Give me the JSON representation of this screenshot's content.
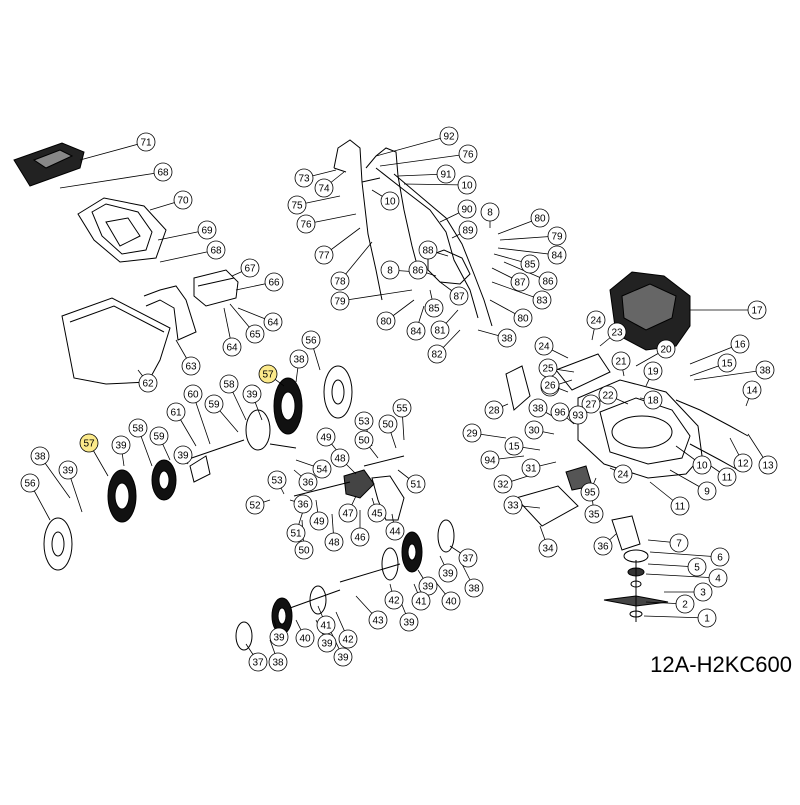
{
  "diagram": {
    "model_code": "12A-H2KC600",
    "highlight_color": "#fbe98a",
    "line_color": "#000000",
    "callouts": [
      {
        "id": "c71",
        "label": "71",
        "hl": false
      },
      {
        "id": "c68a",
        "label": "68",
        "hl": false
      },
      {
        "id": "c70",
        "label": "70",
        "hl": false
      },
      {
        "id": "c69",
        "label": "69",
        "hl": false
      },
      {
        "id": "c68b",
        "label": "68",
        "hl": false
      },
      {
        "id": "c67",
        "label": "67",
        "hl": false
      },
      {
        "id": "c66",
        "label": "66",
        "hl": false
      },
      {
        "id": "c65",
        "label": "65",
        "hl": false
      },
      {
        "id": "c64a",
        "label": "64",
        "hl": false
      },
      {
        "id": "c64b",
        "label": "64",
        "hl": false
      },
      {
        "id": "c63",
        "label": "63",
        "hl": false
      },
      {
        "id": "c62",
        "label": "62",
        "hl": false
      },
      {
        "id": "c92",
        "label": "92",
        "hl": false
      },
      {
        "id": "c76a",
        "label": "76",
        "hl": false
      },
      {
        "id": "c73",
        "label": "73",
        "hl": false
      },
      {
        "id": "c74",
        "label": "74",
        "hl": false
      },
      {
        "id": "c91",
        "label": "91",
        "hl": false
      },
      {
        "id": "c10a",
        "label": "10",
        "hl": false
      },
      {
        "id": "c75",
        "label": "75",
        "hl": false
      },
      {
        "id": "c10b",
        "label": "10",
        "hl": false
      },
      {
        "id": "c76b",
        "label": "76",
        "hl": false
      },
      {
        "id": "c90",
        "label": "90",
        "hl": false
      },
      {
        "id": "c8a",
        "label": "8",
        "hl": false
      },
      {
        "id": "c80a",
        "label": "80",
        "hl": false
      },
      {
        "id": "c77",
        "label": "77",
        "hl": false
      },
      {
        "id": "c89",
        "label": "89",
        "hl": false
      },
      {
        "id": "c79a",
        "label": "79",
        "hl": false
      },
      {
        "id": "c88",
        "label": "88",
        "hl": false
      },
      {
        "id": "c84a",
        "label": "84",
        "hl": false
      },
      {
        "id": "c78",
        "label": "78",
        "hl": false
      },
      {
        "id": "c8b",
        "label": "8",
        "hl": false
      },
      {
        "id": "c86a",
        "label": "86",
        "hl": false
      },
      {
        "id": "c85a",
        "label": "85",
        "hl": false
      },
      {
        "id": "c86b",
        "label": "86",
        "hl": false
      },
      {
        "id": "c87a",
        "label": "87",
        "hl": false
      },
      {
        "id": "c87b",
        "label": "87",
        "hl": false
      },
      {
        "id": "c79b",
        "label": "79",
        "hl": false
      },
      {
        "id": "c83",
        "label": "83",
        "hl": false
      },
      {
        "id": "c85b",
        "label": "85",
        "hl": false
      },
      {
        "id": "c80b",
        "label": "80",
        "hl": false
      },
      {
        "id": "c84b",
        "label": "84",
        "hl": false
      },
      {
        "id": "c81",
        "label": "81",
        "hl": false
      },
      {
        "id": "c80c",
        "label": "80",
        "hl": false
      },
      {
        "id": "c38a",
        "label": "38",
        "hl": false
      },
      {
        "id": "c82",
        "label": "82",
        "hl": false
      },
      {
        "id": "c17",
        "label": "17",
        "hl": false
      },
      {
        "id": "c24a",
        "label": "24",
        "hl": false
      },
      {
        "id": "c23a",
        "label": "23",
        "hl": false
      },
      {
        "id": "c24b",
        "label": "24",
        "hl": false
      },
      {
        "id": "c20",
        "label": "20",
        "hl": false
      },
      {
        "id": "c16",
        "label": "16",
        "hl": false
      },
      {
        "id": "c21",
        "label": "21",
        "hl": false
      },
      {
        "id": "c25",
        "label": "25",
        "hl": false
      },
      {
        "id": "c15a",
        "label": "15",
        "hl": false
      },
      {
        "id": "c19",
        "label": "19",
        "hl": false
      },
      {
        "id": "c23b",
        "label": "23",
        "hl": false
      },
      {
        "id": "c38b",
        "label": "38",
        "hl": false
      },
      {
        "id": "c26",
        "label": "26",
        "hl": false
      },
      {
        "id": "c18",
        "label": "18",
        "hl": false
      },
      {
        "id": "c22",
        "label": "22",
        "hl": false
      },
      {
        "id": "c14",
        "label": "14",
        "hl": false
      },
      {
        "id": "c28",
        "label": "28",
        "hl": false
      },
      {
        "id": "c27",
        "label": "27",
        "hl": false
      },
      {
        "id": "c38c",
        "label": "38",
        "hl": false
      },
      {
        "id": "c96",
        "label": "96",
        "hl": false
      },
      {
        "id": "c29",
        "label": "29",
        "hl": false
      },
      {
        "id": "c30",
        "label": "30",
        "hl": false
      },
      {
        "id": "c93",
        "label": "93",
        "hl": false
      },
      {
        "id": "c15b",
        "label": "15",
        "hl": false
      },
      {
        "id": "c94",
        "label": "94",
        "hl": false
      },
      {
        "id": "c31",
        "label": "31",
        "hl": false
      },
      {
        "id": "c24c",
        "label": "24",
        "hl": false
      },
      {
        "id": "c10c",
        "label": "10",
        "hl": false
      },
      {
        "id": "c11a",
        "label": "11",
        "hl": false
      },
      {
        "id": "c12",
        "label": "12",
        "hl": false
      },
      {
        "id": "c13",
        "label": "13",
        "hl": false
      },
      {
        "id": "c32",
        "label": "32",
        "hl": false
      },
      {
        "id": "c9",
        "label": "9",
        "hl": false
      },
      {
        "id": "c95",
        "label": "95",
        "hl": false
      },
      {
        "id": "c33",
        "label": "33",
        "hl": false
      },
      {
        "id": "c11b",
        "label": "11",
        "hl": false
      },
      {
        "id": "c35",
        "label": "35",
        "hl": false
      },
      {
        "id": "c7",
        "label": "7",
        "hl": false
      },
      {
        "id": "c34",
        "label": "34",
        "hl": false
      },
      {
        "id": "c36a",
        "label": "36",
        "hl": false
      },
      {
        "id": "c6",
        "label": "6",
        "hl": false
      },
      {
        "id": "c5",
        "label": "5",
        "hl": false
      },
      {
        "id": "c4",
        "label": "4",
        "hl": false
      },
      {
        "id": "c3",
        "label": "3",
        "hl": false
      },
      {
        "id": "c2",
        "label": "2",
        "hl": false
      },
      {
        "id": "c1",
        "label": "1",
        "hl": false
      },
      {
        "id": "c56a",
        "label": "56",
        "hl": false
      },
      {
        "id": "c39a",
        "label": "39",
        "hl": false
      },
      {
        "id": "c38d",
        "label": "38",
        "hl": false
      },
      {
        "id": "c57a",
        "label": "57",
        "hl": true
      },
      {
        "id": "c58a",
        "label": "58",
        "hl": false
      },
      {
        "id": "c39b",
        "label": "39",
        "hl": false
      },
      {
        "id": "c60",
        "label": "60",
        "hl": false
      },
      {
        "id": "c59a",
        "label": "59",
        "hl": false
      },
      {
        "id": "c39c",
        "label": "39",
        "hl": false
      },
      {
        "id": "c61",
        "label": "61",
        "hl": false
      },
      {
        "id": "c55",
        "label": "55",
        "hl": false
      },
      {
        "id": "c53",
        "label": "53",
        "hl": false
      },
      {
        "id": "c49a",
        "label": "49",
        "hl": false
      },
      {
        "id": "c50a",
        "label": "50",
        "hl": false
      },
      {
        "id": "c50b",
        "label": "50",
        "hl": false
      },
      {
        "id": "c57b",
        "label": "57",
        "hl": true
      },
      {
        "id": "c58b",
        "label": "58",
        "hl": false
      },
      {
        "id": "c59b",
        "label": "59",
        "hl": false
      },
      {
        "id": "c39d",
        "label": "39",
        "hl": false
      },
      {
        "id": "c38e",
        "label": "38",
        "hl": false
      },
      {
        "id": "c56b",
        "label": "56",
        "hl": false
      },
      {
        "id": "c36b",
        "label": "36",
        "hl": false
      },
      {
        "id": "c54",
        "label": "54",
        "hl": false
      },
      {
        "id": "c48",
        "label": "48",
        "hl": false
      },
      {
        "id": "c51a",
        "label": "51",
        "hl": false
      },
      {
        "id": "c53b",
        "label": "53",
        "hl": false
      },
      {
        "id": "c36c",
        "label": "36",
        "hl": false
      },
      {
        "id": "c52",
        "label": "52",
        "hl": false
      },
      {
        "id": "c49b",
        "label": "49",
        "hl": false
      },
      {
        "id": "c47",
        "label": "47",
        "hl": false
      },
      {
        "id": "c46",
        "label": "46",
        "hl": false
      },
      {
        "id": "c45",
        "label": "45",
        "hl": false
      },
      {
        "id": "c51b",
        "label": "51",
        "hl": false
      },
      {
        "id": "c48b",
        "label": "48",
        "hl": false
      },
      {
        "id": "c50c",
        "label": "50",
        "hl": false
      },
      {
        "id": "c44",
        "label": "44",
        "hl": false
      },
      {
        "id": "c37a",
        "label": "37",
        "hl": false
      },
      {
        "id": "c39e",
        "label": "39",
        "hl": false
      },
      {
        "id": "c39f",
        "label": "39",
        "hl": false
      },
      {
        "id": "c38f",
        "label": "38",
        "hl": false
      },
      {
        "id": "c42a",
        "label": "42",
        "hl": false
      },
      {
        "id": "c41a",
        "label": "41",
        "hl": false
      },
      {
        "id": "c40a",
        "label": "40",
        "hl": false
      },
      {
        "id": "c43",
        "label": "43",
        "hl": false
      },
      {
        "id": "c39g",
        "label": "39",
        "hl": false
      },
      {
        "id": "c41b",
        "label": "41",
        "hl": false
      },
      {
        "id": "c40b",
        "label": "40",
        "hl": false
      },
      {
        "id": "c42b",
        "label": "42",
        "hl": false
      },
      {
        "id": "c39h",
        "label": "39",
        "hl": false
      },
      {
        "id": "c37b",
        "label": "37",
        "hl": false
      },
      {
        "id": "c38g",
        "label": "38",
        "hl": false
      },
      {
        "id": "c39i",
        "label": "39",
        "hl": false
      },
      {
        "id": "c39j",
        "label": "39",
        "hl": false
      }
    ]
  }
}
